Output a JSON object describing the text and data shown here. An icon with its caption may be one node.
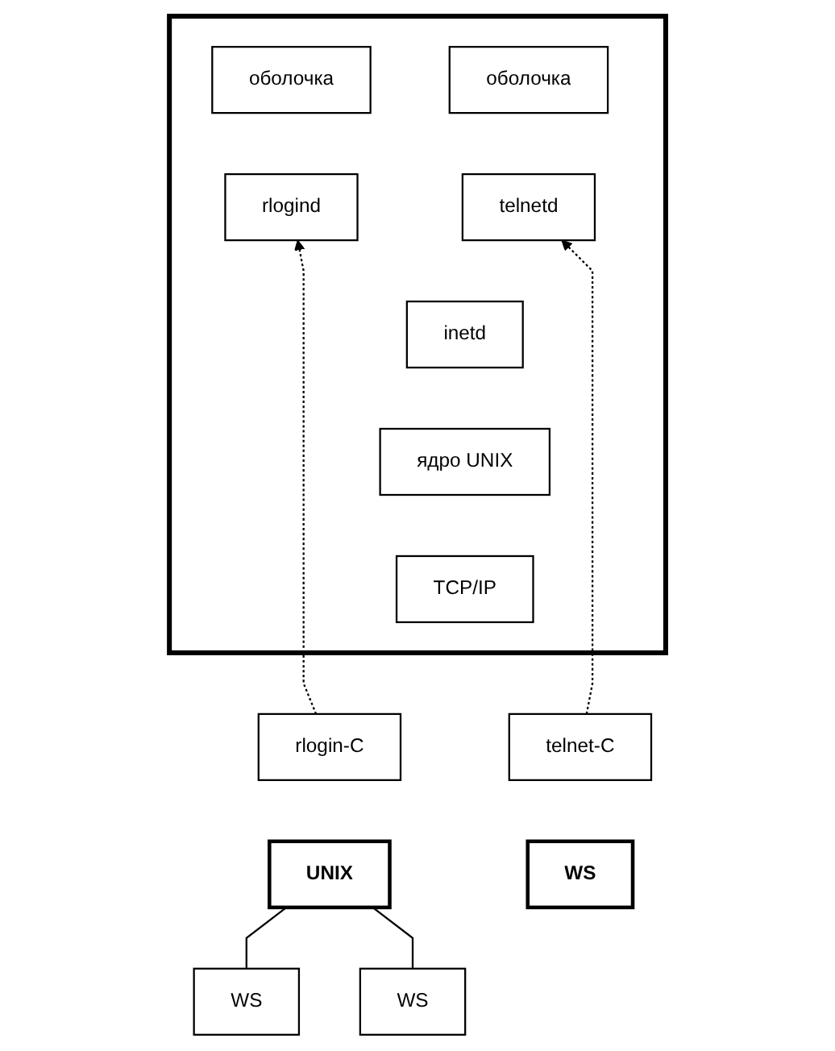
{
  "diagram": {
    "nodes": [
      {
        "text": [],
        "shape": "box"
      },
      {
        "text": [
          "оболочка"
        ],
        "in": 0
      },
      {
        "text": [
          "rlogind"
        ],
        "in": 0
      },
      {
        "text": [
          "оболочка"
        ],
        "in": 0
      },
      {
        "text": [
          "telnetd"
        ],
        "in": 0
      },
      {
        "text": [
          "inetd"
        ],
        "in": 0
      },
      {
        "text": [
          "ядро UNIX"
        ],
        "in": 0
      },
      {
        "text": [
          "TCP/IP"
        ],
        "in": 0
      },
      {
        "text": [
          "telnet-C"
        ]
      },
      {
        "text": [
          "WS"
        ]
      },
      {
        "text": [
          "rlogin-C"
        ]
      },
      {
        "text": [
          "UNIX"
        ]
      },
      {
        "text": [
          "WS"
        ]
      },
      {
        "text": [
          "WS"
        ]
      }
    ],
    "edges": [
      {
        "from": 8,
        "to": 4,
        "arrow": "to",
        "style": "dashed"
      },
      {
        "from": 10,
        "to": 2,
        "arrow": "to",
        "style": "dashed"
      },
      {
        "from": 11,
        "to": 12,
        "arrow": "none"
      },
      {
        "from": 11,
        "to": 13,
        "arrow": "none"
      }
    ]
  }
}
